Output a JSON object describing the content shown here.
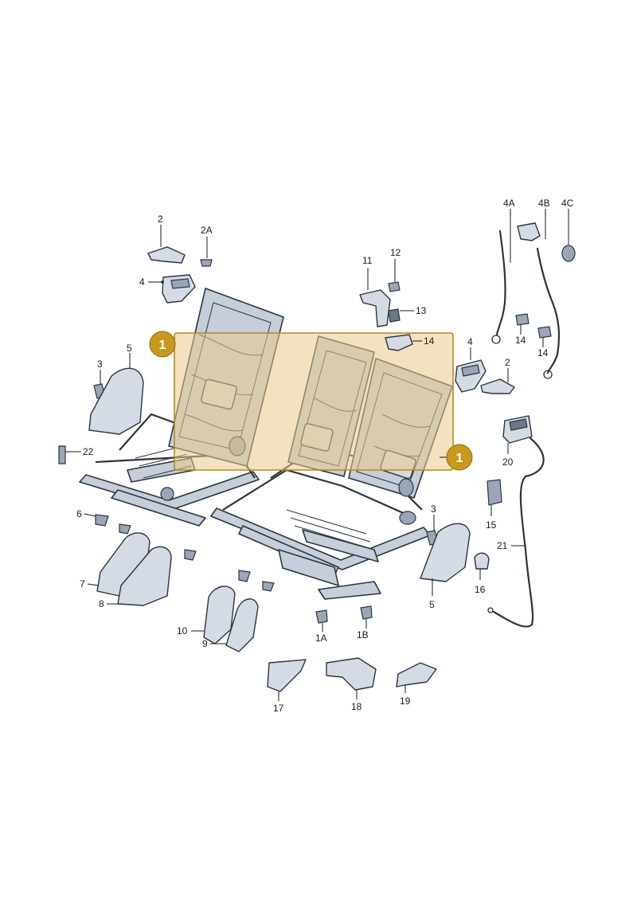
{
  "labels": {
    "l1": "1",
    "l1a": "1A",
    "l1b": "1B",
    "l2_top": "2",
    "l2a": "2A",
    "l2_right": "2",
    "l3_left": "3",
    "l3_right": "3",
    "l4_left": "4",
    "l4_right": "4",
    "l4a": "4A",
    "l4b": "4B",
    "l4c": "4C",
    "l5_left": "5",
    "l5_right": "5",
    "l6": "6",
    "l7": "7",
    "l8": "8",
    "l9": "9",
    "l10": "10",
    "l11": "11",
    "l12": "12",
    "l13": "13",
    "l14_top": "14",
    "l14_a": "14",
    "l14_b": "14",
    "l15": "15",
    "l16": "16",
    "l17": "17",
    "l18": "18",
    "l19": "19",
    "l20": "20",
    "l21": "21",
    "l22": "22"
  },
  "highlight": {
    "badge_left": "1",
    "badge_right": "1",
    "color": "#e9c98a",
    "badge_color": "#c9991d"
  },
  "colors": {
    "line": "#2b3440",
    "part_fill": "#d4dbe4"
  }
}
